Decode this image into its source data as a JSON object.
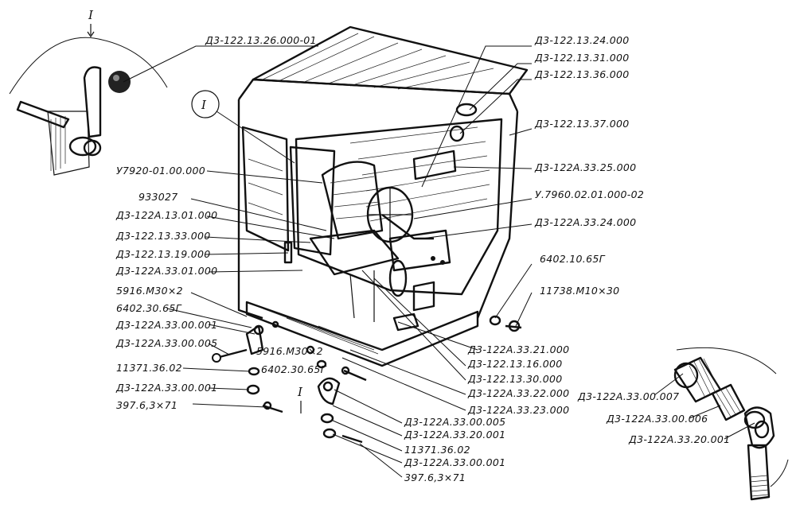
{
  "labels": {
    "l01": "Д3-122.13.26.000-01",
    "l02": "Д3-122.13.24.000",
    "l03": "Д3-122.13.31.000",
    "l04": "Д3-122.13.36.000",
    "l05": "Д3-122.13.37.000",
    "l06": "Д3-122А.33.25.000",
    "l07": "У.7960.02.01.000-02",
    "l08": "Д3-122А.33.24.000",
    "l09": "6402.10.65Г",
    "l10": "11738.М10×30",
    "l11": "У7920-01.00.000",
    "l12": "933027",
    "l13": "Д3-122А.13.01.000",
    "l14": "Д3-122.13.33.000",
    "l15": "Д3-122.13.19.000",
    "l16": "Д3-122А.33.01.000",
    "l17": "5916.М30×2",
    "l18": "6402.30.65Г",
    "l19": "Д3-122А.33.00.001",
    "l20": "Д3-122А.33.00.005",
    "l21": "11371.36.02",
    "l22": "Д3-122А.33.00.001",
    "l23": "397.6,3×71",
    "l24": "5916.М30×2",
    "l25": "6402.30.65Г",
    "l26": "Д3-122А.33.21.000",
    "l27": "Д3-122.13.16.000",
    "l28": "Д3-122.13.30.000",
    "l29": "Д3-122А.33.22.000",
    "l30": "Д3-122А.33.23.000",
    "l31": "Д3-122А.33.00.005",
    "l32": "Д3-122А.33.20.001",
    "l33": "11371.36.02",
    "l34": "Д3-122А.33.00.001",
    "l35": "397.6,3×71",
    "l36": "Д3-122А.33.00.007",
    "l37": "Д3-122А.33.00.006",
    "l38": "Д3-122А.33.20.001"
  },
  "view_marks": {
    "detail_top_left": "I",
    "cab_callout": "I",
    "bottom_mark": "I"
  }
}
